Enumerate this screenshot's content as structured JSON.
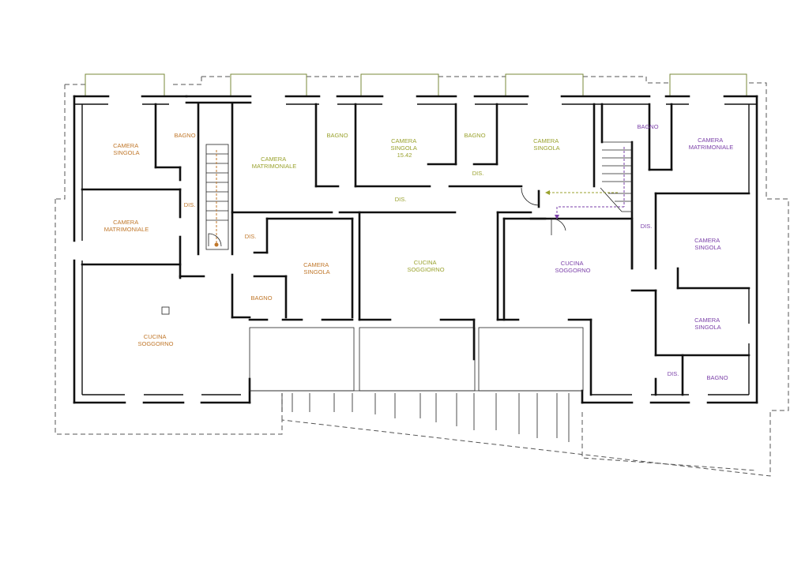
{
  "colors": {
    "apartment_left": "#c0772a",
    "apartment_center": "#9aa22e",
    "apartment_right": "#7a3fa8",
    "walls": "#111111"
  },
  "rooms": {
    "left": {
      "camera_singola": [
        "CAMERA",
        "SINGOLA"
      ],
      "bagno": "BAGNO",
      "dis_1": "DIS.",
      "camera_matrimoniale": [
        "CAMERA",
        "MATRIMONIALE"
      ],
      "dis_2": "DIS.",
      "camera_singola_2": [
        "CAMERA",
        "SINGOLA"
      ],
      "bagno_2": "BAGNO",
      "cucina_soggiorno": [
        "CUCINA",
        "SOGGORNO"
      ]
    },
    "center": {
      "camera_matrimoniale": [
        "CAMERA",
        "MATRIMONIALE"
      ],
      "bagno": "BAGNO",
      "camera_singola": [
        "CAMERA",
        "SINGOLA",
        "15.42"
      ],
      "bagno_2": "BAGNO",
      "camera_singola_2": [
        "CAMERA",
        "SINGOLA"
      ],
      "dis_1": "DIS.",
      "dis_2": "DIS.",
      "cucina_soggiorno": [
        "CUCINA",
        "SOGGIORNO"
      ]
    },
    "right": {
      "bagno": "BAGNO",
      "camera_matrimoniale": [
        "CAMERA",
        "MATRIMONIALE"
      ],
      "dis_1": "DIS.",
      "camera_singola": [
        "CAMERA",
        "SINGOLA"
      ],
      "camera_singola_2": [
        "CAMERA",
        "SINGOLA"
      ],
      "cucina_soggiorno": [
        "CUCINA",
        "SOGGORNO"
      ],
      "dis_2": "DIS.",
      "bagno_2": "BAGNO"
    }
  }
}
